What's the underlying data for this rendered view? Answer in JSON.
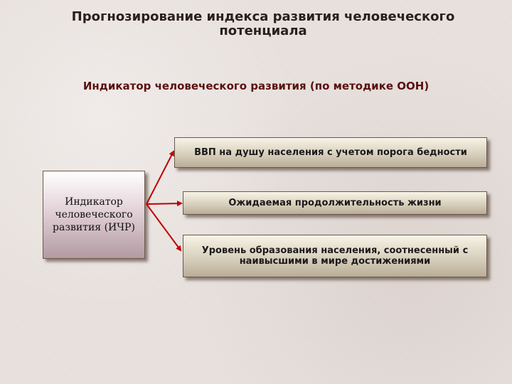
{
  "slide": {
    "title": "Прогнозирование индекса развития человеческого потенциала",
    "subtitle": "Индикатор человеческого развития (по методике ООН)"
  },
  "diagram": {
    "source": "Индикатор человеческого развития (ИЧР)",
    "targets": [
      "ВВП на душу населения с учетом порога бедности",
      "Ожидаемая продолжительность жизни",
      "Уровень образования населения, соотнесенный с наивысшими в мире достижениями"
    ],
    "arrow_color": "#c00000"
  }
}
